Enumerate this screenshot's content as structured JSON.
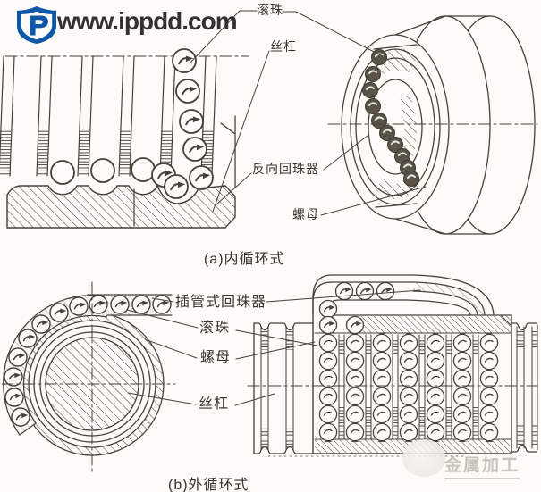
{
  "header": {
    "site_url": "www.ippdd.com",
    "logo_icon": "shield-p-logo"
  },
  "diagram_a": {
    "caption": "(a)内循环式",
    "label_ball": "滚珠",
    "label_screw": "丝杠",
    "label_reverse_returner": "反向回珠器",
    "label_nut": "螺母"
  },
  "diagram_b": {
    "caption": "(b)外循环式",
    "label_tube_returner": "插管式回珠器",
    "label_ball": "滚珠",
    "label_nut": "螺母",
    "label_screw": "丝杠"
  },
  "watermark": {
    "brand": "金属加工"
  },
  "colors": {
    "logo_blue": "#0e57a7",
    "line": "#46413a",
    "headline_text": "#33312e",
    "label_text": "#3a352e",
    "watermark_gray": "#c9c5bd",
    "paper": "#fcfbf8"
  }
}
